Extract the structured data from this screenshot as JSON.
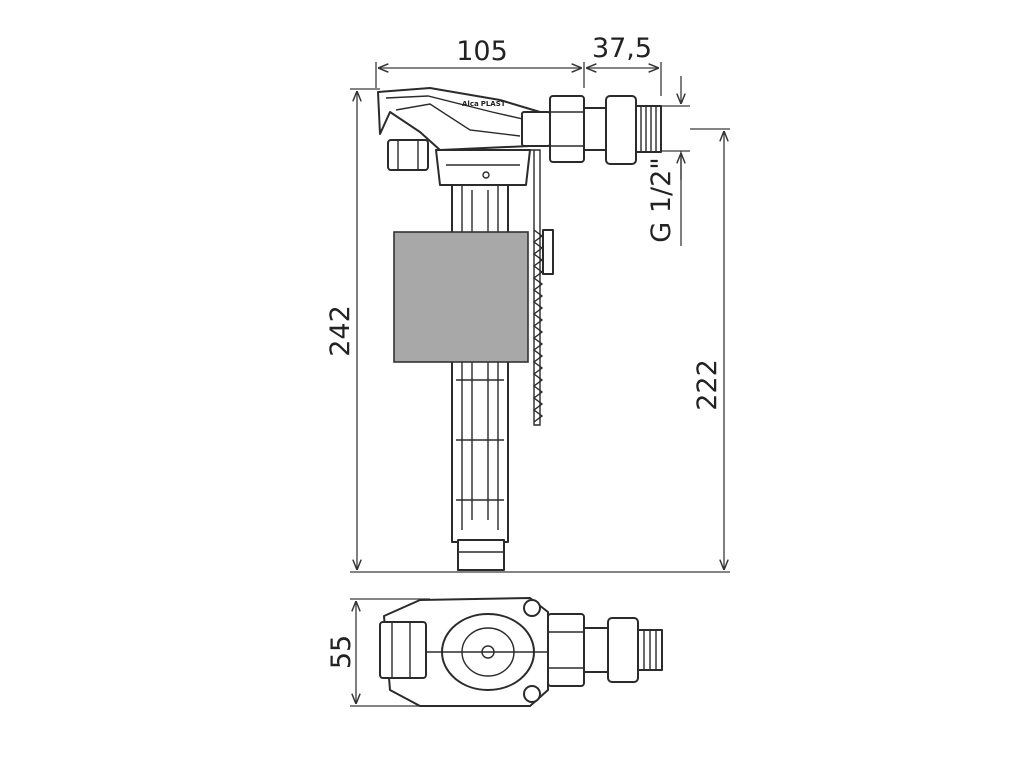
{
  "dimensions": {
    "width_main": "105",
    "width_thread": "37,5",
    "thread": "G 1/2\"",
    "height_total": "242",
    "height_inlet": "222",
    "depth": "55"
  },
  "logo": {
    "brand": "Alca",
    "suffix": "PLAST"
  }
}
